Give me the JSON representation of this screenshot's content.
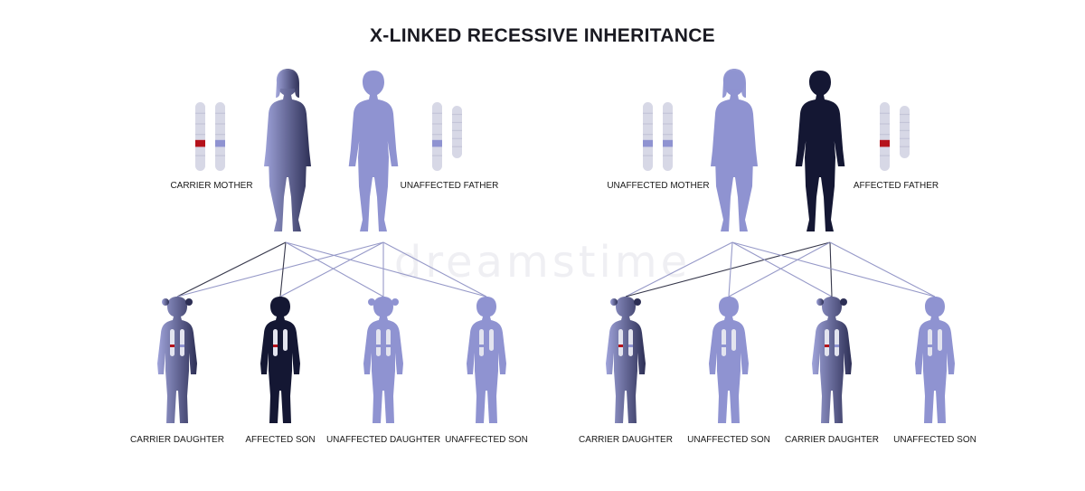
{
  "title": "X-LINKED RECESSIVE INHERITANCE",
  "watermark": "dreamstime",
  "colors": {
    "unaffected": "#8f93d1",
    "carrier_light": "#9fa3da",
    "carrier_dark": "#2d2f55",
    "affected": "#141733",
    "mutant_allele": "#b5121b",
    "normal_band": "#8f93d1",
    "chromosome": "#d7d8e6"
  },
  "panels": [
    {
      "parents": {
        "mother": {
          "label": "CARRIER MOTHER",
          "status": "carrier"
        },
        "father": {
          "label": "UNAFFECTED FATHER",
          "status": "unaffected"
        }
      },
      "children": [
        {
          "label": "CARRIER DAUGHTER",
          "sex": "female",
          "status": "carrier"
        },
        {
          "label": "AFFECTED SON",
          "sex": "male",
          "status": "affected"
        },
        {
          "label": "UNAFFECTED DAUGHTER",
          "sex": "female",
          "status": "unaffected"
        },
        {
          "label": "UNAFFECTED SON",
          "sex": "male",
          "status": "unaffected"
        }
      ]
    },
    {
      "parents": {
        "mother": {
          "label": "UNAFFECTED MOTHER",
          "status": "unaffected"
        },
        "father": {
          "label": "AFFECTED FATHER",
          "status": "affected"
        }
      },
      "children": [
        {
          "label": "CARRIER DAUGHTER",
          "sex": "female",
          "status": "carrier"
        },
        {
          "label": "UNAFFECTED SON",
          "sex": "male",
          "status": "unaffected"
        },
        {
          "label": "CARRIER DAUGHTER",
          "sex": "female",
          "status": "carrier"
        },
        {
          "label": "UNAFFECTED SON",
          "sex": "male",
          "status": "unaffected"
        }
      ]
    }
  ]
}
